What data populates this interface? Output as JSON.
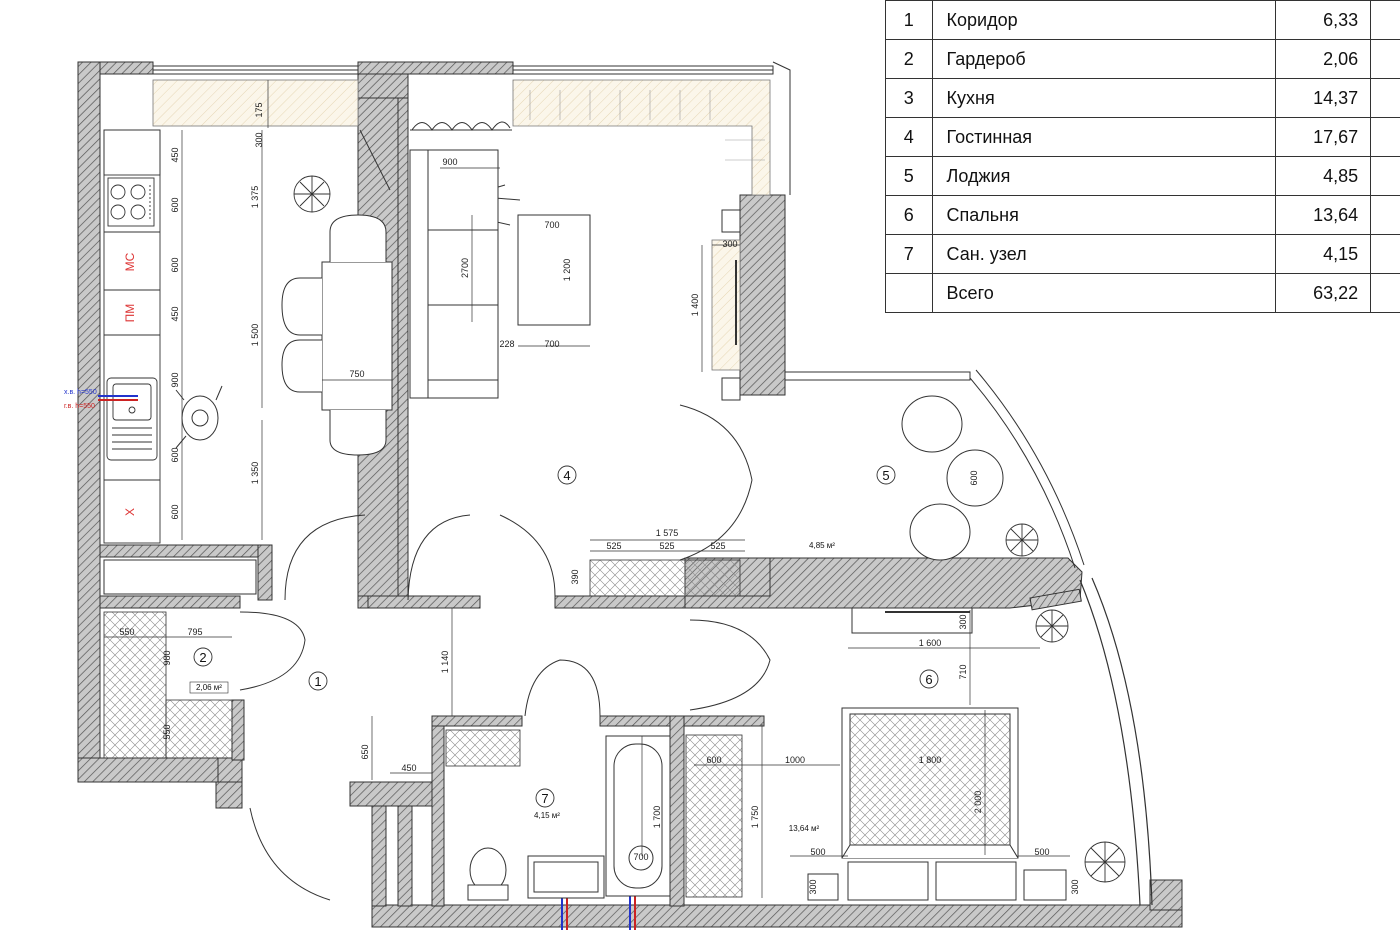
{
  "legend": {
    "rows": [
      {
        "num": "1",
        "name": "Коридор",
        "area": "6,33"
      },
      {
        "num": "2",
        "name": "Гардероб",
        "area": "2,06"
      },
      {
        "num": "3",
        "name": "Кухня",
        "area": "14,37"
      },
      {
        "num": "4",
        "name": "Гостинная",
        "area": "17,67"
      },
      {
        "num": "5",
        "name": "Лоджия",
        "area": "4,85"
      },
      {
        "num": "6",
        "name": "Спальня",
        "area": "13,64"
      },
      {
        "num": "7",
        "name": "Сан. узел",
        "area": "4,15"
      }
    ],
    "total": {
      "num": "",
      "name": "Всего",
      "area": "63,22"
    }
  },
  "room_markers": [
    "1",
    "2",
    "4",
    "5",
    "6",
    "7"
  ],
  "area_labels": {
    "wardrobe": "2,06 м²",
    "loggia": "4,85 м²",
    "bedroom": "13,64 м²",
    "bathroom": "4,15 м²"
  },
  "kitchen_labels": {
    "mc": "МС",
    "pm": "ПМ",
    "x": "Х"
  },
  "dimensions": {
    "k175": "175",
    "k300": "300",
    "k450a": "450",
    "k600a": "600",
    "k600b": "600",
    "k450b": "450",
    "k900": "900",
    "k600c": "600",
    "k600d": "600",
    "k1375": "1 375",
    "k1500": "1 500",
    "k1350": "1 350",
    "k750": "750",
    "s900": "900",
    "s2700": "2700",
    "s700a": "700",
    "s1200": "1 200",
    "s228": "228",
    "s700b": "700",
    "s300": "300",
    "s1400": "1 400",
    "d1575": "1 575",
    "d525a": "525",
    "d525b": "525",
    "d525c": "525",
    "d390": "390",
    "l600": "600",
    "w550": "550",
    "w795": "795",
    "w980": "980",
    "w550b": "550",
    "c1140": "1 140",
    "c650": "650",
    "c450": "450",
    "b1700": "1 700",
    "b1750": "1 750",
    "b600": "600",
    "b700": "700",
    "r1600": "1 600",
    "r300a": "300",
    "r710": "710",
    "r1000": "1000",
    "r1800": "1 800",
    "r2000": "2 000",
    "r500a": "500",
    "r500b": "500",
    "r300b": "300",
    "r300c": "300"
  },
  "pipe_labels": {
    "cold": "х.в. h=550",
    "hot": "г.в. h=550"
  }
}
